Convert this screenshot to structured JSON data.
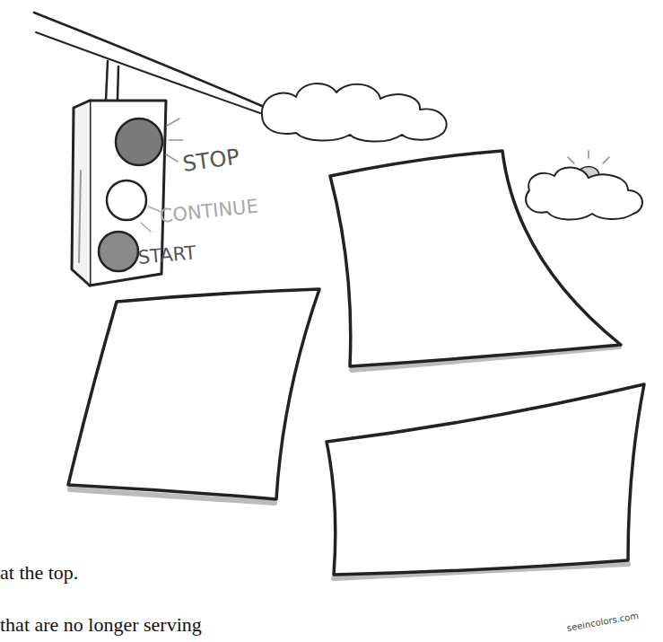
{
  "diagram": {
    "labels": [
      "STOP",
      "CONTINUE",
      "START",
      "at the top.",
      "that are no longer serving",
      "seeincolors.com"
    ]
  }
}
